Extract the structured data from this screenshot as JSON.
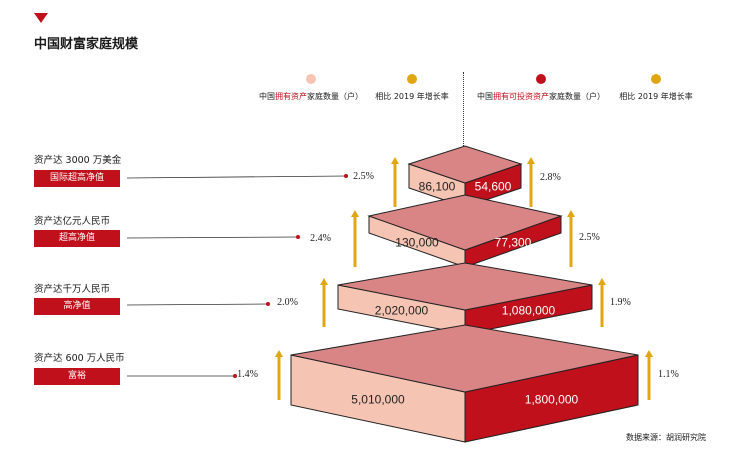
{
  "title": "中国财富家庭规模",
  "legend": [
    {
      "parts": [
        {
          "t": "中国",
          "hl": false
        },
        {
          "t": "拥有资产",
          "hl": true
        },
        {
          "t": "家庭数量（户）",
          "hl": false
        }
      ],
      "color": "#f6c4b3"
    },
    {
      "parts": [
        {
          "t": "相比 2019 年增长率",
          "hl": false
        }
      ],
      "color": "#e0a614"
    },
    {
      "parts": [
        {
          "t": "中国",
          "hl": false
        },
        {
          "t": "拥有可投资资产",
          "hl": true
        },
        {
          "t": "家庭数量（户）",
          "hl": false
        }
      ],
      "color": "#c0101b"
    },
    {
      "parts": [
        {
          "t": "相比 2019 年增长率",
          "hl": false
        }
      ],
      "color": "#e0a614"
    }
  ],
  "tiers": [
    {
      "label": "资产达 3000 万美金",
      "tag": "国际超高净值"
    },
    {
      "label": "资产达亿元人民币",
      "tag": "超高净值"
    },
    {
      "label": "资产达千万人民币",
      "tag": "高净值"
    },
    {
      "label": "资产达 600 万人民币",
      "tag": "富裕"
    }
  ],
  "chart_data": {
    "type": "table",
    "columns": [
      "中国拥有资产家庭数量（户）",
      "相比 2019 年增长率",
      "中国拥有可投资资产家庭数量（户）",
      "相比 2019 年增长率"
    ],
    "rows": [
      {
        "tier": "国际超高净值",
        "assets_households": 86100,
        "assets_label": "86,100",
        "assets_growth": "2.5%",
        "investable_households": 54600,
        "investable_label": "54,600",
        "investable_growth": "2.8%"
      },
      {
        "tier": "超高净值",
        "assets_households": 130000,
        "assets_label": "130,000",
        "assets_growth": "2.4%",
        "investable_households": 77300,
        "investable_label": "77,300",
        "investable_growth": "2.5%"
      },
      {
        "tier": "高净值",
        "assets_households": 2020000,
        "assets_label": "2,020,000",
        "assets_growth": "2.0%",
        "investable_households": 1080000,
        "investable_label": "1,080,000",
        "investable_growth": "1.9%"
      },
      {
        "tier": "富裕",
        "assets_households": 5010000,
        "assets_label": "5,010,000",
        "assets_growth": "1.4%",
        "investable_households": 1800000,
        "investable_label": "1,800,000",
        "investable_growth": "1.1%"
      }
    ]
  },
  "colors": {
    "red": "#c0101b",
    "salmon": "#f6c4b3",
    "top": "#d98585",
    "gold": "#e0a614"
  },
  "source": "数据来源：胡润研究院"
}
